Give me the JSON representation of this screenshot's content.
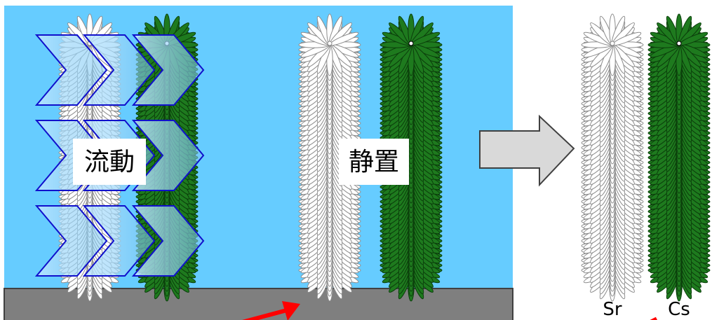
{
  "labels": {
    "flowing": "流動",
    "static": "静置",
    "strontium": "Sr",
    "cesium": "Cs"
  },
  "colors": {
    "water": "#66CCFF",
    "ground": "#7F7F7F",
    "white_fiber": "#FFFFFF",
    "white_fiber_stroke": "#8C8C8C",
    "green_fiber": "#1E7A1E",
    "green_fiber_stroke": "#0B3D0B",
    "flow_arrow_stroke": "#1010CC",
    "flow_arrow_fill": "#9DD8FF",
    "transition_arrow": "#D9D9D9",
    "pointer_arrow": "#FF0000"
  }
}
